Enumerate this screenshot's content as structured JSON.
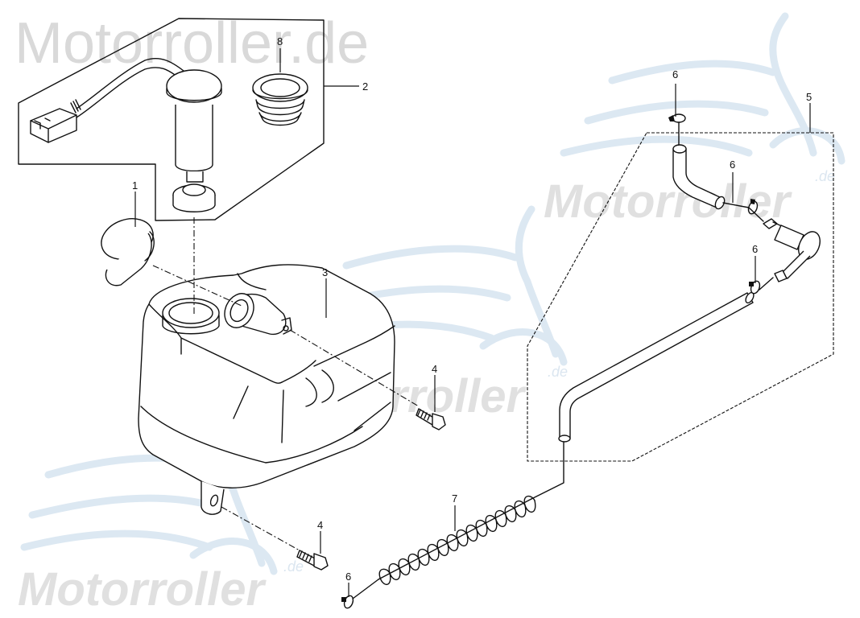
{
  "diagram": {
    "type": "exploded-parts-diagram",
    "subject": "oil tank assembly",
    "watermarks": [
      {
        "text": "Motorroller.de",
        "position": "top-left",
        "style": "large gray sans"
      },
      {
        "text": "Motorroller",
        "suffix": ".de",
        "position": "right-middle",
        "style": "italic gray with blue scooter logo"
      },
      {
        "text": "Motorroller",
        "suffix": ".de",
        "position": "center",
        "style": "italic gray with blue scooter logo"
      },
      {
        "text": "Motorroller",
        "suffix": ".de",
        "position": "bottom-left",
        "style": "italic gray with blue scooter logo"
      }
    ],
    "colors": {
      "line": "#111111",
      "background": "#ffffff",
      "watermark_text": "#d9d9d9",
      "watermark_logo": "#dce8f2"
    },
    "callouts": [
      {
        "id": "c1",
        "label": "1",
        "part": "oil tank cap"
      },
      {
        "id": "c2",
        "label": "2",
        "part": "oil level sensor assembly (group)"
      },
      {
        "id": "c3",
        "label": "3",
        "part": "oil tank"
      },
      {
        "id": "c4a",
        "label": "4",
        "part": "flange bolt (upper)"
      },
      {
        "id": "c4b",
        "label": "4",
        "part": "flange bolt (lower)"
      },
      {
        "id": "c5",
        "label": "5",
        "part": "oil hose / filter assembly (group)"
      },
      {
        "id": "c6a",
        "label": "6",
        "part": "hose clip (top)"
      },
      {
        "id": "c6b",
        "label": "6",
        "part": "hose clip (upper elbow)"
      },
      {
        "id": "c6c",
        "label": "6",
        "part": "hose clip (filter outlet)"
      },
      {
        "id": "c6d",
        "label": "6",
        "part": "hose clip (bottom)"
      },
      {
        "id": "c7",
        "label": "7",
        "part": "hose protective spring"
      },
      {
        "id": "c8",
        "label": "8",
        "part": "grommet"
      }
    ]
  }
}
